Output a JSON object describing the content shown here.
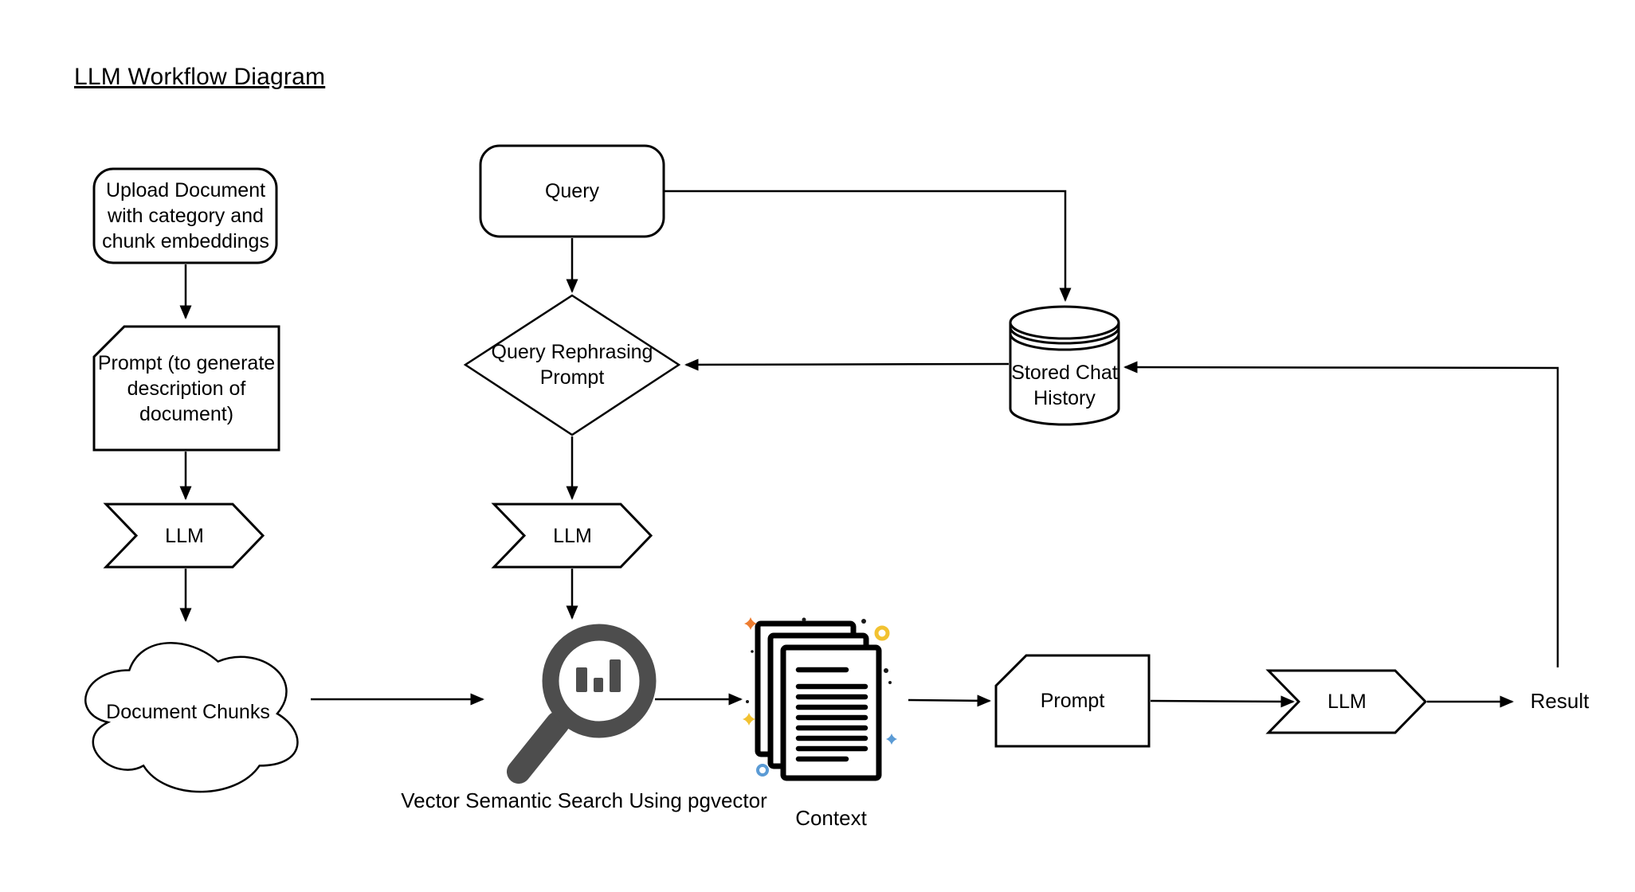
{
  "title": "LLM Workflow Diagram",
  "colors": {
    "background": "#ffffff",
    "stroke": "#000000",
    "icon_gray": "#4d4d4d",
    "sparkle_orange": "#ed7d31",
    "sparkle_yellow": "#f2c231",
    "sparkle_blue": "#5b9bd5"
  },
  "nodes": {
    "upload_document": {
      "shape": "rounded-rectangle",
      "label": "Upload Document with category and chunk embeddings"
    },
    "generate_description_prompt": {
      "shape": "card",
      "label": "Prompt (to generate description of document)"
    },
    "llm_left": {
      "shape": "arrow-banner",
      "label": "LLM"
    },
    "document_chunks": {
      "shape": "cloud",
      "label": "Document Chunks"
    },
    "query": {
      "shape": "rounded-rectangle",
      "label": "Query"
    },
    "query_rephrasing_prompt": {
      "shape": "diamond",
      "label": "Query Rephrasing Prompt"
    },
    "llm_middle": {
      "shape": "arrow-banner",
      "label": "LLM"
    },
    "vector_search": {
      "shape": "magnifier-icon",
      "label": "Vector Semantic Search Using pgvector"
    },
    "context": {
      "shape": "documents-icon",
      "label": "Context"
    },
    "final_prompt": {
      "shape": "card",
      "label": "Prompt"
    },
    "llm_right": {
      "shape": "arrow-banner",
      "label": "LLM"
    },
    "result": {
      "shape": "text",
      "label": "Result"
    },
    "stored_chat_history": {
      "shape": "database-cylinder",
      "label": "Stored Chat History"
    }
  },
  "edges": [
    {
      "from": "upload_document",
      "to": "generate_description_prompt"
    },
    {
      "from": "generate_description_prompt",
      "to": "llm_left"
    },
    {
      "from": "llm_left",
      "to": "document_chunks"
    },
    {
      "from": "document_chunks",
      "to": "vector_search"
    },
    {
      "from": "query",
      "to": "query_rephrasing_prompt"
    },
    {
      "from": "query",
      "to": "stored_chat_history"
    },
    {
      "from": "stored_chat_history",
      "to": "query_rephrasing_prompt"
    },
    {
      "from": "query_rephrasing_prompt",
      "to": "llm_middle"
    },
    {
      "from": "llm_middle",
      "to": "vector_search"
    },
    {
      "from": "vector_search",
      "to": "context"
    },
    {
      "from": "context",
      "to": "final_prompt"
    },
    {
      "from": "final_prompt",
      "to": "llm_right"
    },
    {
      "from": "llm_right",
      "to": "result"
    },
    {
      "from": "result",
      "to": "stored_chat_history"
    }
  ]
}
